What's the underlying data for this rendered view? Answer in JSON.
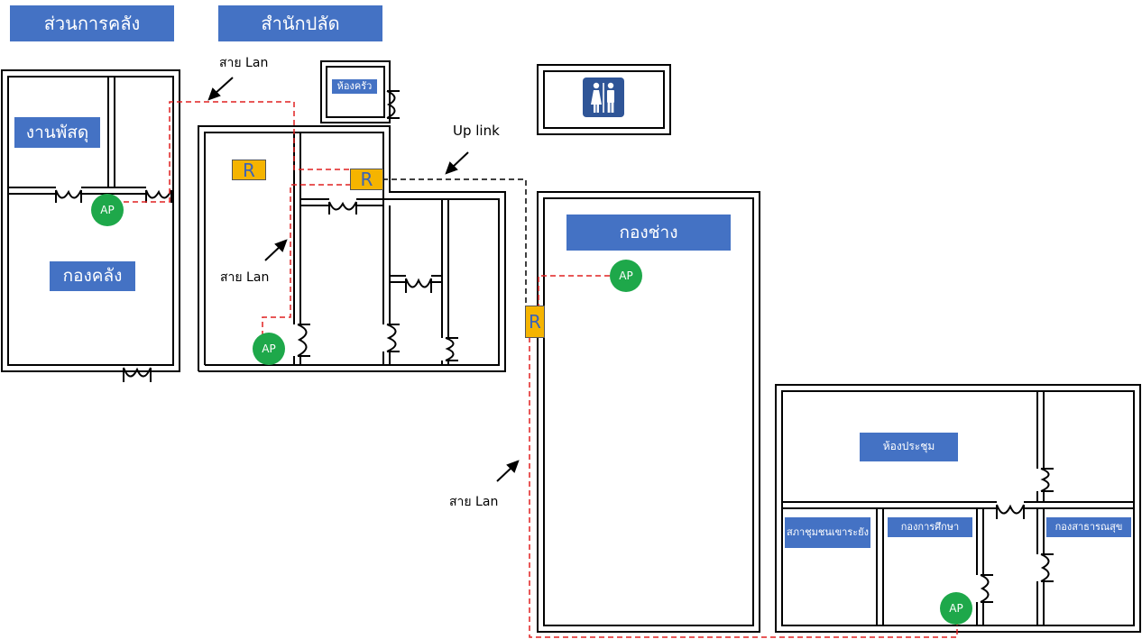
{
  "colors": {
    "label_bg": "#4472c4",
    "ap_green": "#1ea84a",
    "router_yellow": "#f5b400",
    "lan_red": "#e02020",
    "uplink_black": "#000000"
  },
  "building_headers": {
    "treasury_division": "ส่วนการคลัง",
    "chief_office": "สำนักปลัด"
  },
  "rooms": {
    "supplies": "งานพัสดุ",
    "treasury": "กองคลัง",
    "kitchen": "ห้องครัว",
    "engineering": "กองช่าง",
    "meeting": "ห้องประชุม",
    "council": "สภาชุมชนเขาระยัง",
    "education": "กองการศึกษา",
    "public_health": "กองสาธารณสุข"
  },
  "devices": {
    "ap_label": "AP",
    "router_label": "R"
  },
  "annotations": {
    "lan_cable": "สาย Lan",
    "uplink": "Up link"
  },
  "icons": {
    "restroom": "restroom-icon"
  }
}
